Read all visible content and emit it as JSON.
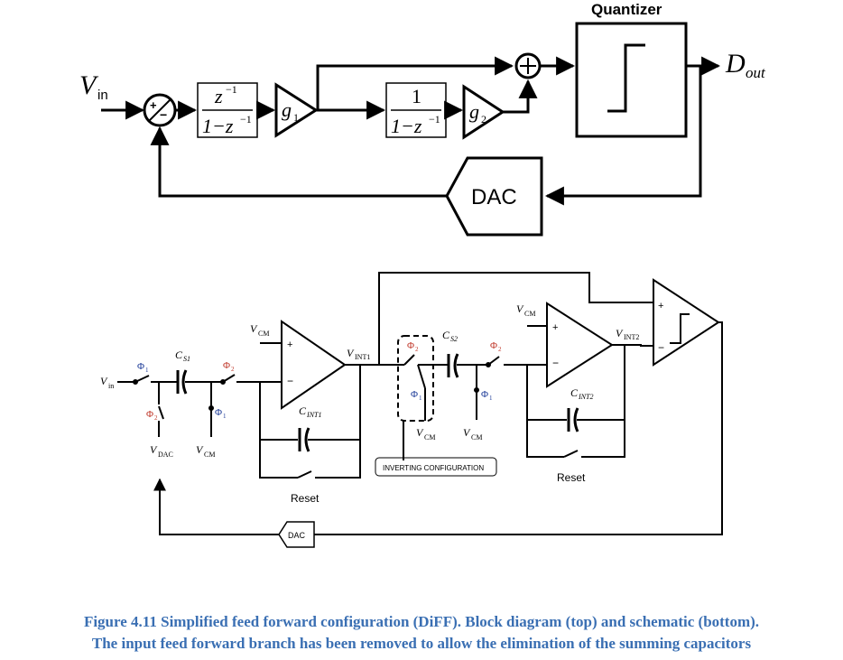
{
  "block_diagram": {
    "input_label": "V",
    "input_sub": "in",
    "subtractor_symbol": "+/−",
    "integrator1": {
      "numerator": "z",
      "num_exp": "−1",
      "denominator": "1−z",
      "den_exp": "−1"
    },
    "gain1": {
      "label": "g",
      "sub": "1"
    },
    "integrator2": {
      "numerator": "1",
      "denominator": "1−z",
      "den_exp": "−1"
    },
    "gain2": {
      "label": "g",
      "sub": "2"
    },
    "adder_symbol": "+",
    "quantizer_label": "Quantizer",
    "output_label": "D",
    "output_sub": "out",
    "dac_label": "DAC"
  },
  "schematic": {
    "vin": {
      "label": "V",
      "sub": "in"
    },
    "phi1_in": {
      "label": "Φ",
      "sub": "1"
    },
    "phi2_vdac": {
      "label": "Φ",
      "sub": "2"
    },
    "vdac": {
      "label": "V",
      "sub": "DAC"
    },
    "cs1": {
      "label": "C",
      "sub": "S1"
    },
    "phi2_cs1": {
      "label": "Φ",
      "sub": "2"
    },
    "phi1_cs1": {
      "label": "Φ",
      "sub": "1"
    },
    "vcm_cs1": {
      "label": "V",
      "sub": "CM"
    },
    "vcm_opamp1": {
      "label": "V",
      "sub": "CM"
    },
    "opamp1_plus": "+",
    "opamp1_minus": "−",
    "cint1": {
      "label": "C",
      "sub": "INT1"
    },
    "reset1": "Reset",
    "vint1": {
      "label": "V",
      "sub": "INT1"
    },
    "phi2_inv": {
      "label": "Φ",
      "sub": "2"
    },
    "phi1_inv": {
      "label": "Φ",
      "sub": "1"
    },
    "vcm_inv": {
      "label": "V",
      "sub": "CM"
    },
    "inverting_config": "INVERTING CONFIGURATION",
    "cs2": {
      "label": "C",
      "sub": "S2"
    },
    "phi2_cs2": {
      "label": "Φ",
      "sub": "2"
    },
    "phi1_cs2": {
      "label": "Φ",
      "sub": "1"
    },
    "vcm_cs2": {
      "label": "V",
      "sub": "CM"
    },
    "vcm_opamp2": {
      "label": "V",
      "sub": "CM"
    },
    "opamp2_plus": "+",
    "opamp2_minus": "−",
    "cint2": {
      "label": "C",
      "sub": "INT2"
    },
    "reset2": "Reset",
    "vint2": {
      "label": "V",
      "sub": "INT2"
    },
    "comparator_plus": "+",
    "comparator_minus": "−",
    "dac_label": "DAC"
  },
  "caption": {
    "line1": "Figure 4.11 Simplified feed forward configuration (DiFF). Block diagram (top) and schematic (bottom).",
    "line2": "The input feed forward branch has been removed to allow the elimination of the summing capacitors"
  },
  "colors": {
    "caption": "#3a6fb3",
    "phi2": "#c0392b",
    "phi1": "#1f3d99",
    "line": "#000000"
  }
}
